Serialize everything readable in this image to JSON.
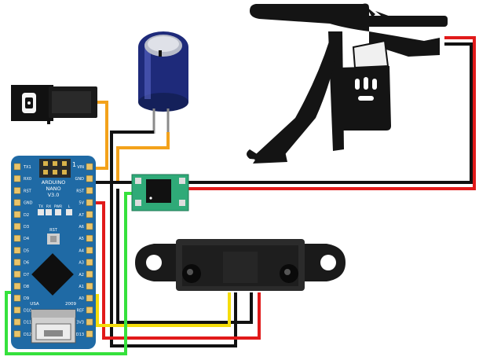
{
  "arduino": {
    "name_line1": "ARDUINO",
    "name_line2": "NANO",
    "version": "V3.0",
    "icsp_number": "1",
    "reset_label": "RST",
    "made_in": "USA",
    "year": "2009",
    "led_labels": [
      "TX",
      "RX",
      "PWR",
      "L"
    ],
    "left_pins": [
      "TX1",
      "RX0",
      "RST",
      "GND",
      "D2",
      "D3",
      "D4",
      "D5",
      "D6",
      "D7",
      "D8",
      "D9",
      "D10",
      "D11",
      "D12"
    ],
    "right_pins": [
      "VIN",
      "GND",
      "RST",
      "5V",
      "A7",
      "A6",
      "A5",
      "A4",
      "A3",
      "A2",
      "A1",
      "A0",
      "REF",
      "3V3",
      "D13"
    ]
  },
  "wire_colors": {
    "red": "#e11a1a",
    "black": "#111111",
    "orange": "#f3a21b",
    "yellow": "#f5dd0b",
    "green": "#35e13c",
    "board_blue": "#1f6aa5"
  },
  "components": [
    "dc-barrel-jack",
    "electrolytic-capacitor",
    "arduino-nano",
    "motor-driver-module",
    "servo-motor-sprayer",
    "ir-distance-sensor"
  ]
}
